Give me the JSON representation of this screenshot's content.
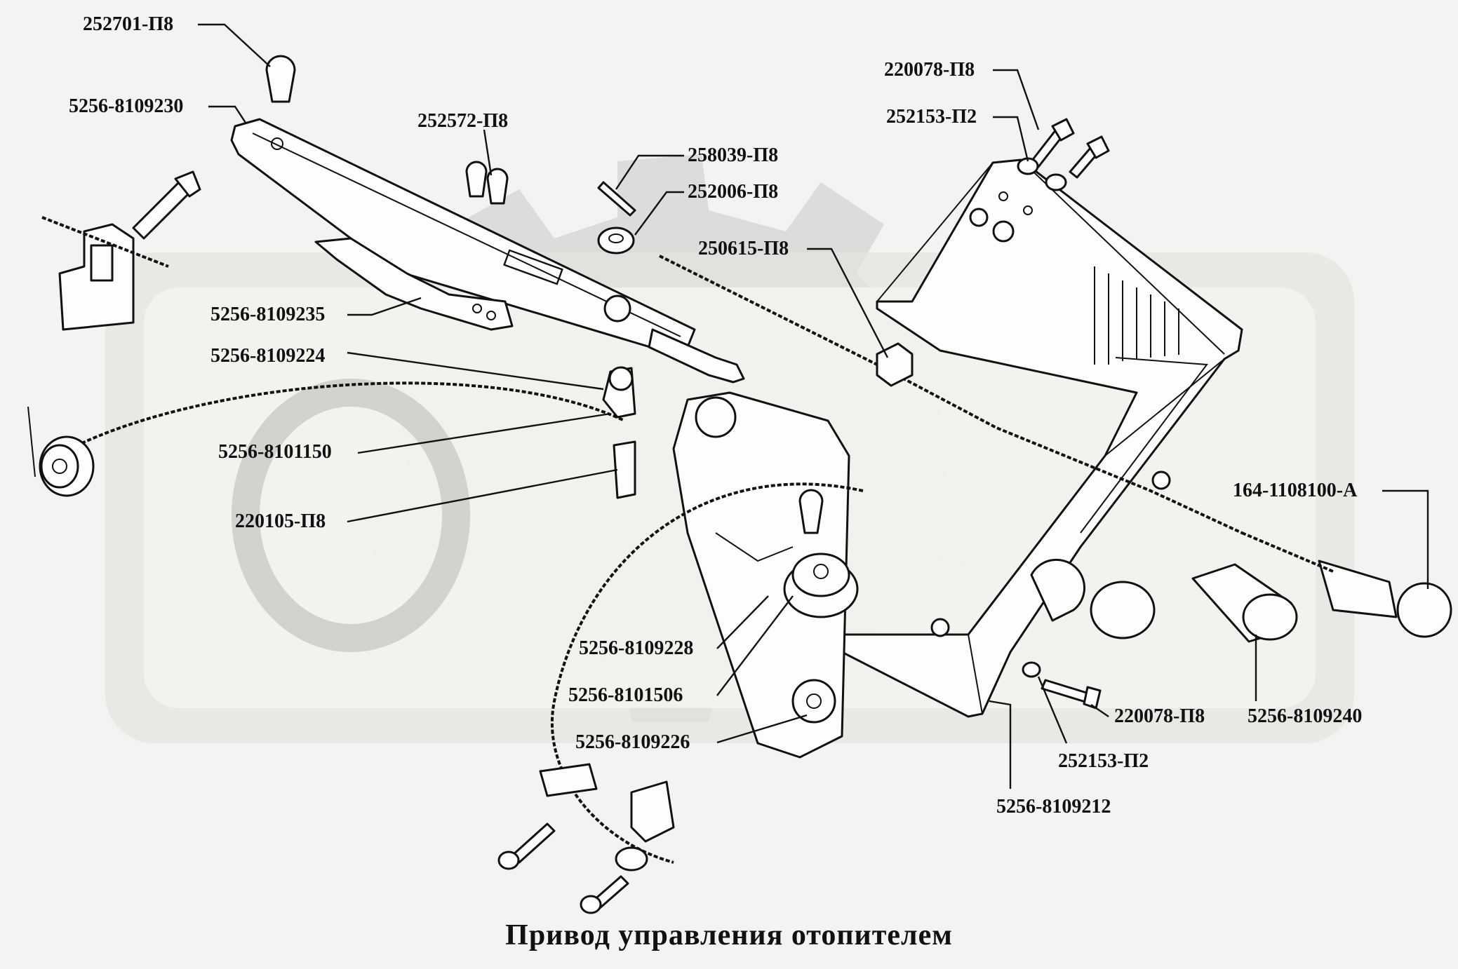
{
  "title": "Привод управления отопителем",
  "watermark": {
    "text": "ORIX",
    "color": "#c9c9c6"
  },
  "parts": [
    {
      "id": "p1",
      "label": "252701-П8"
    },
    {
      "id": "p2",
      "label": "5256-8109230"
    },
    {
      "id": "p3",
      "label": "252572-П8"
    },
    {
      "id": "p4",
      "label": "258039-П8"
    },
    {
      "id": "p5",
      "label": "252006-П8"
    },
    {
      "id": "p6",
      "label": "250615-П8"
    },
    {
      "id": "p7",
      "label": "220078-П8"
    },
    {
      "id": "p8",
      "label": "252153-П2"
    },
    {
      "id": "p9",
      "label": "5256-8109235"
    },
    {
      "id": "p10",
      "label": "5256-8109224"
    },
    {
      "id": "p11",
      "label": "5256-8101150"
    },
    {
      "id": "p12",
      "label": "220105-П8"
    },
    {
      "id": "p13",
      "label": "164-1108100-А"
    },
    {
      "id": "p14",
      "label": "5256-8109228"
    },
    {
      "id": "p15",
      "label": "5256-8101506"
    },
    {
      "id": "p16",
      "label": "5256-8109226"
    },
    {
      "id": "p17",
      "label": "220078-П8"
    },
    {
      "id": "p18",
      "label": "5256-8109240"
    },
    {
      "id": "p19",
      "label": "252153-П2"
    },
    {
      "id": "p20",
      "label": "5256-8109212"
    }
  ]
}
